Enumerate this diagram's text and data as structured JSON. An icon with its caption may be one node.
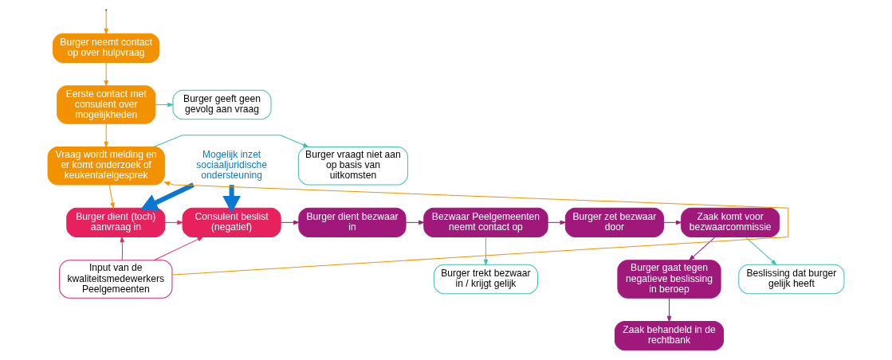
{
  "diagram": {
    "nodes": [
      {
        "text": [
          "Burger neemt contact op over hulpvraag"
        ]
      },
      {
        "text": [
          "Eerste contact met consulent over mogelijkheden"
        ]
      },
      {
        "text": [
          "Burger geeft geen gevolg aan vraag"
        ]
      },
      {
        "text": [
          "Vraag wordt melding en er komt onderzoek of keukentafelgesprek"
        ]
      },
      {
        "text": [
          "Burger vraagt niet aan op basis van uitkomsten"
        ]
      },
      {
        "text": [
          "Mogelijk inzet sociaaljuridische ondersteuning"
        ]
      },
      {
        "text": [
          "Burger dient (toch) aanvraag in"
        ]
      },
      {
        "text": [
          "Consulent beslist (negatief)"
        ]
      },
      {
        "text": [
          "Burger dient bezwaar in"
        ]
      },
      {
        "text": [
          "Bezwaar Peelgemeenten neemt contact op"
        ]
      },
      {
        "text": [
          "Burger zet bezwaar door"
        ]
      },
      {
        "text": [
          "Zaak komt voor bezwaarcommissie"
        ]
      },
      {
        "text": [
          "Burger gaat tegen negatieve beslissing in beroep"
        ]
      },
      {
        "text": [
          "Zaak behandeld in de rechtbank"
        ]
      },
      {
        "text": [
          "Input van de kwaliteitsmedewerkers Peelgemeenten"
        ]
      },
      {
        "text": [
          "Burger trekt bezwaar in / krijgt gelijk"
        ]
      },
      {
        "text": [
          "Beslissing dat burger gelijk heeft"
        ]
      }
    ],
    "edges": [
      {
        "from": null,
        "to": 0,
        "arrow": "to",
        "color": "#f39200"
      },
      {
        "from": 0,
        "to": 1,
        "arrow": "to",
        "color": "#f39200"
      },
      {
        "from": 1,
        "to": 2,
        "arrow": "to",
        "color": "#3fbfb5"
      },
      {
        "from": 1,
        "to": 3,
        "arrow": "to",
        "color": "#f39200"
      },
      {
        "from": 3,
        "to": 4,
        "arrow": "to",
        "color": "#3fbfb5"
      },
      {
        "from": 3,
        "to": 6,
        "arrow": "to",
        "color": "#f39200"
      },
      {
        "from": 5,
        "to": 6,
        "arrow": "to",
        "style": "thick",
        "color": "#0a78d2"
      },
      {
        "from": 5,
        "to": 7,
        "arrow": "to",
        "style": "thick",
        "color": "#0a78d2"
      },
      {
        "from": 6,
        "to": 7,
        "arrow": "to",
        "color": "#e6215e"
      },
      {
        "from": 7,
        "to": 8,
        "arrow": "to"
      },
      {
        "from": 8,
        "to": 9,
        "arrow": "to"
      },
      {
        "from": 9,
        "to": 10,
        "arrow": "to"
      },
      {
        "from": 9,
        "to": 15,
        "arrow": "to",
        "color": "#3fbfb5"
      },
      {
        "from": 10,
        "to": 11,
        "arrow": "to"
      },
      {
        "from": 11,
        "to": 12,
        "arrow": "to"
      },
      {
        "from": 12,
        "to": 13,
        "arrow": "to"
      },
      {
        "from": 11,
        "to": 16,
        "arrow": "to",
        "color": "#3fbfb5"
      },
      {
        "from": 14,
        "to": 6,
        "arrow": "to",
        "color": "#e6215e"
      },
      {
        "from": 14,
        "to": 7,
        "arrow": "to",
        "color": "#e6215e"
      },
      {
        "from": 14,
        "to": 3,
        "arrow": "to",
        "color": "#f39200"
      }
    ]
  }
}
